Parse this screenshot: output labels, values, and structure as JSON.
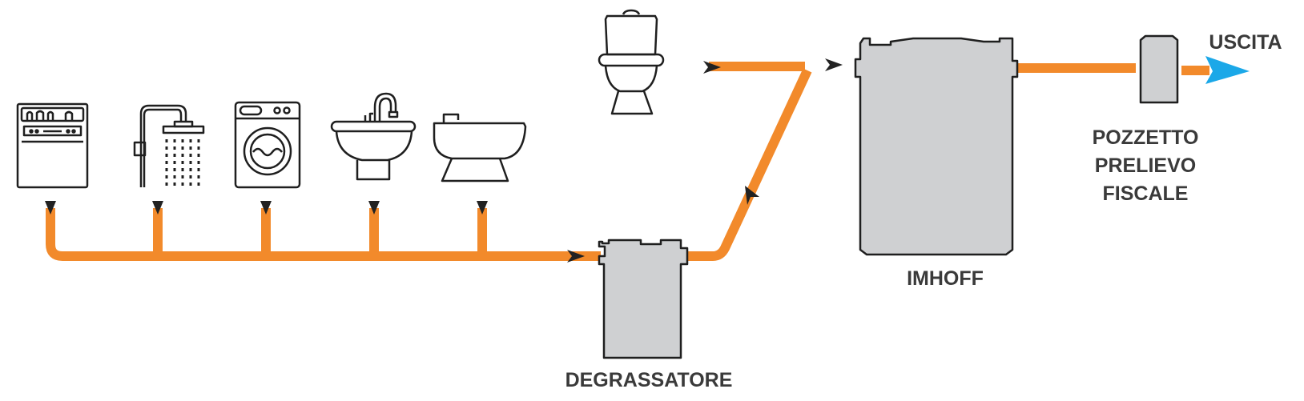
{
  "labels": {
    "degrassatore": "DEGRASSATORE",
    "imhoff": "IMHOFF",
    "pozzetto": [
      "POZZETTO",
      "PRELIEVO",
      "FISCALE"
    ],
    "uscita": "USCITA"
  },
  "colors": {
    "pipe": "#F28A2B",
    "tank_fill": "#CFD0D2",
    "outline": "#1f1f1f",
    "arrow": "#222222",
    "exit_arrow": "#1BA8E8",
    "label": "#3a3a3a"
  },
  "icons": [
    "dishwasher-icon",
    "shower-icon",
    "washing-machine-icon",
    "sink-icon",
    "bidet-icon",
    "toilet-icon"
  ]
}
